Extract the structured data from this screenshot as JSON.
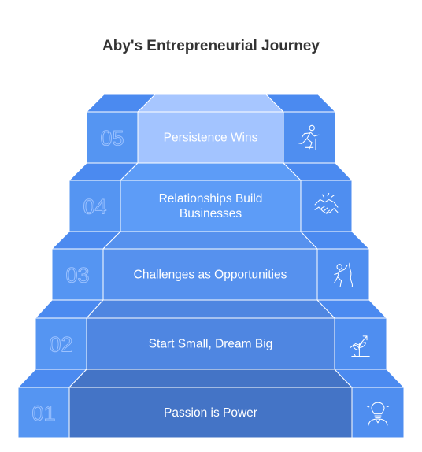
{
  "title": "Aby's Entrepreneurial Journey",
  "steps": [
    {
      "number": "01",
      "lines": [
        "Passion is Power"
      ],
      "icon": "lightbulb-person-icon"
    },
    {
      "number": "02",
      "lines": [
        "Start Small, Dream Big"
      ],
      "icon": "growing-plant-icon"
    },
    {
      "number": "03",
      "lines": [
        "Challenges as Opportunities"
      ],
      "icon": "climber-icon"
    },
    {
      "number": "04",
      "lines": [
        "Relationships Build",
        "Businesses"
      ],
      "icon": "handshake-icon"
    },
    {
      "number": "05",
      "lines": [
        "Persistence Wins"
      ],
      "icon": "runner-icon"
    }
  ],
  "colors": {
    "riser_side": "#4a8bef",
    "riser_number_panel": "#5595f2",
    "riser_icon_panel": "#4f8ef0",
    "tread": "#4b8af0",
    "riser_center_01": "#4474c6",
    "riser_center_02": "#4f86e1",
    "riser_center_03": "#5691ee",
    "riser_center_04": "#5d9cf7",
    "riser_center_05": "#a3c4ff",
    "tread_center_top": "#a7c6ff",
    "title": "#333333"
  }
}
